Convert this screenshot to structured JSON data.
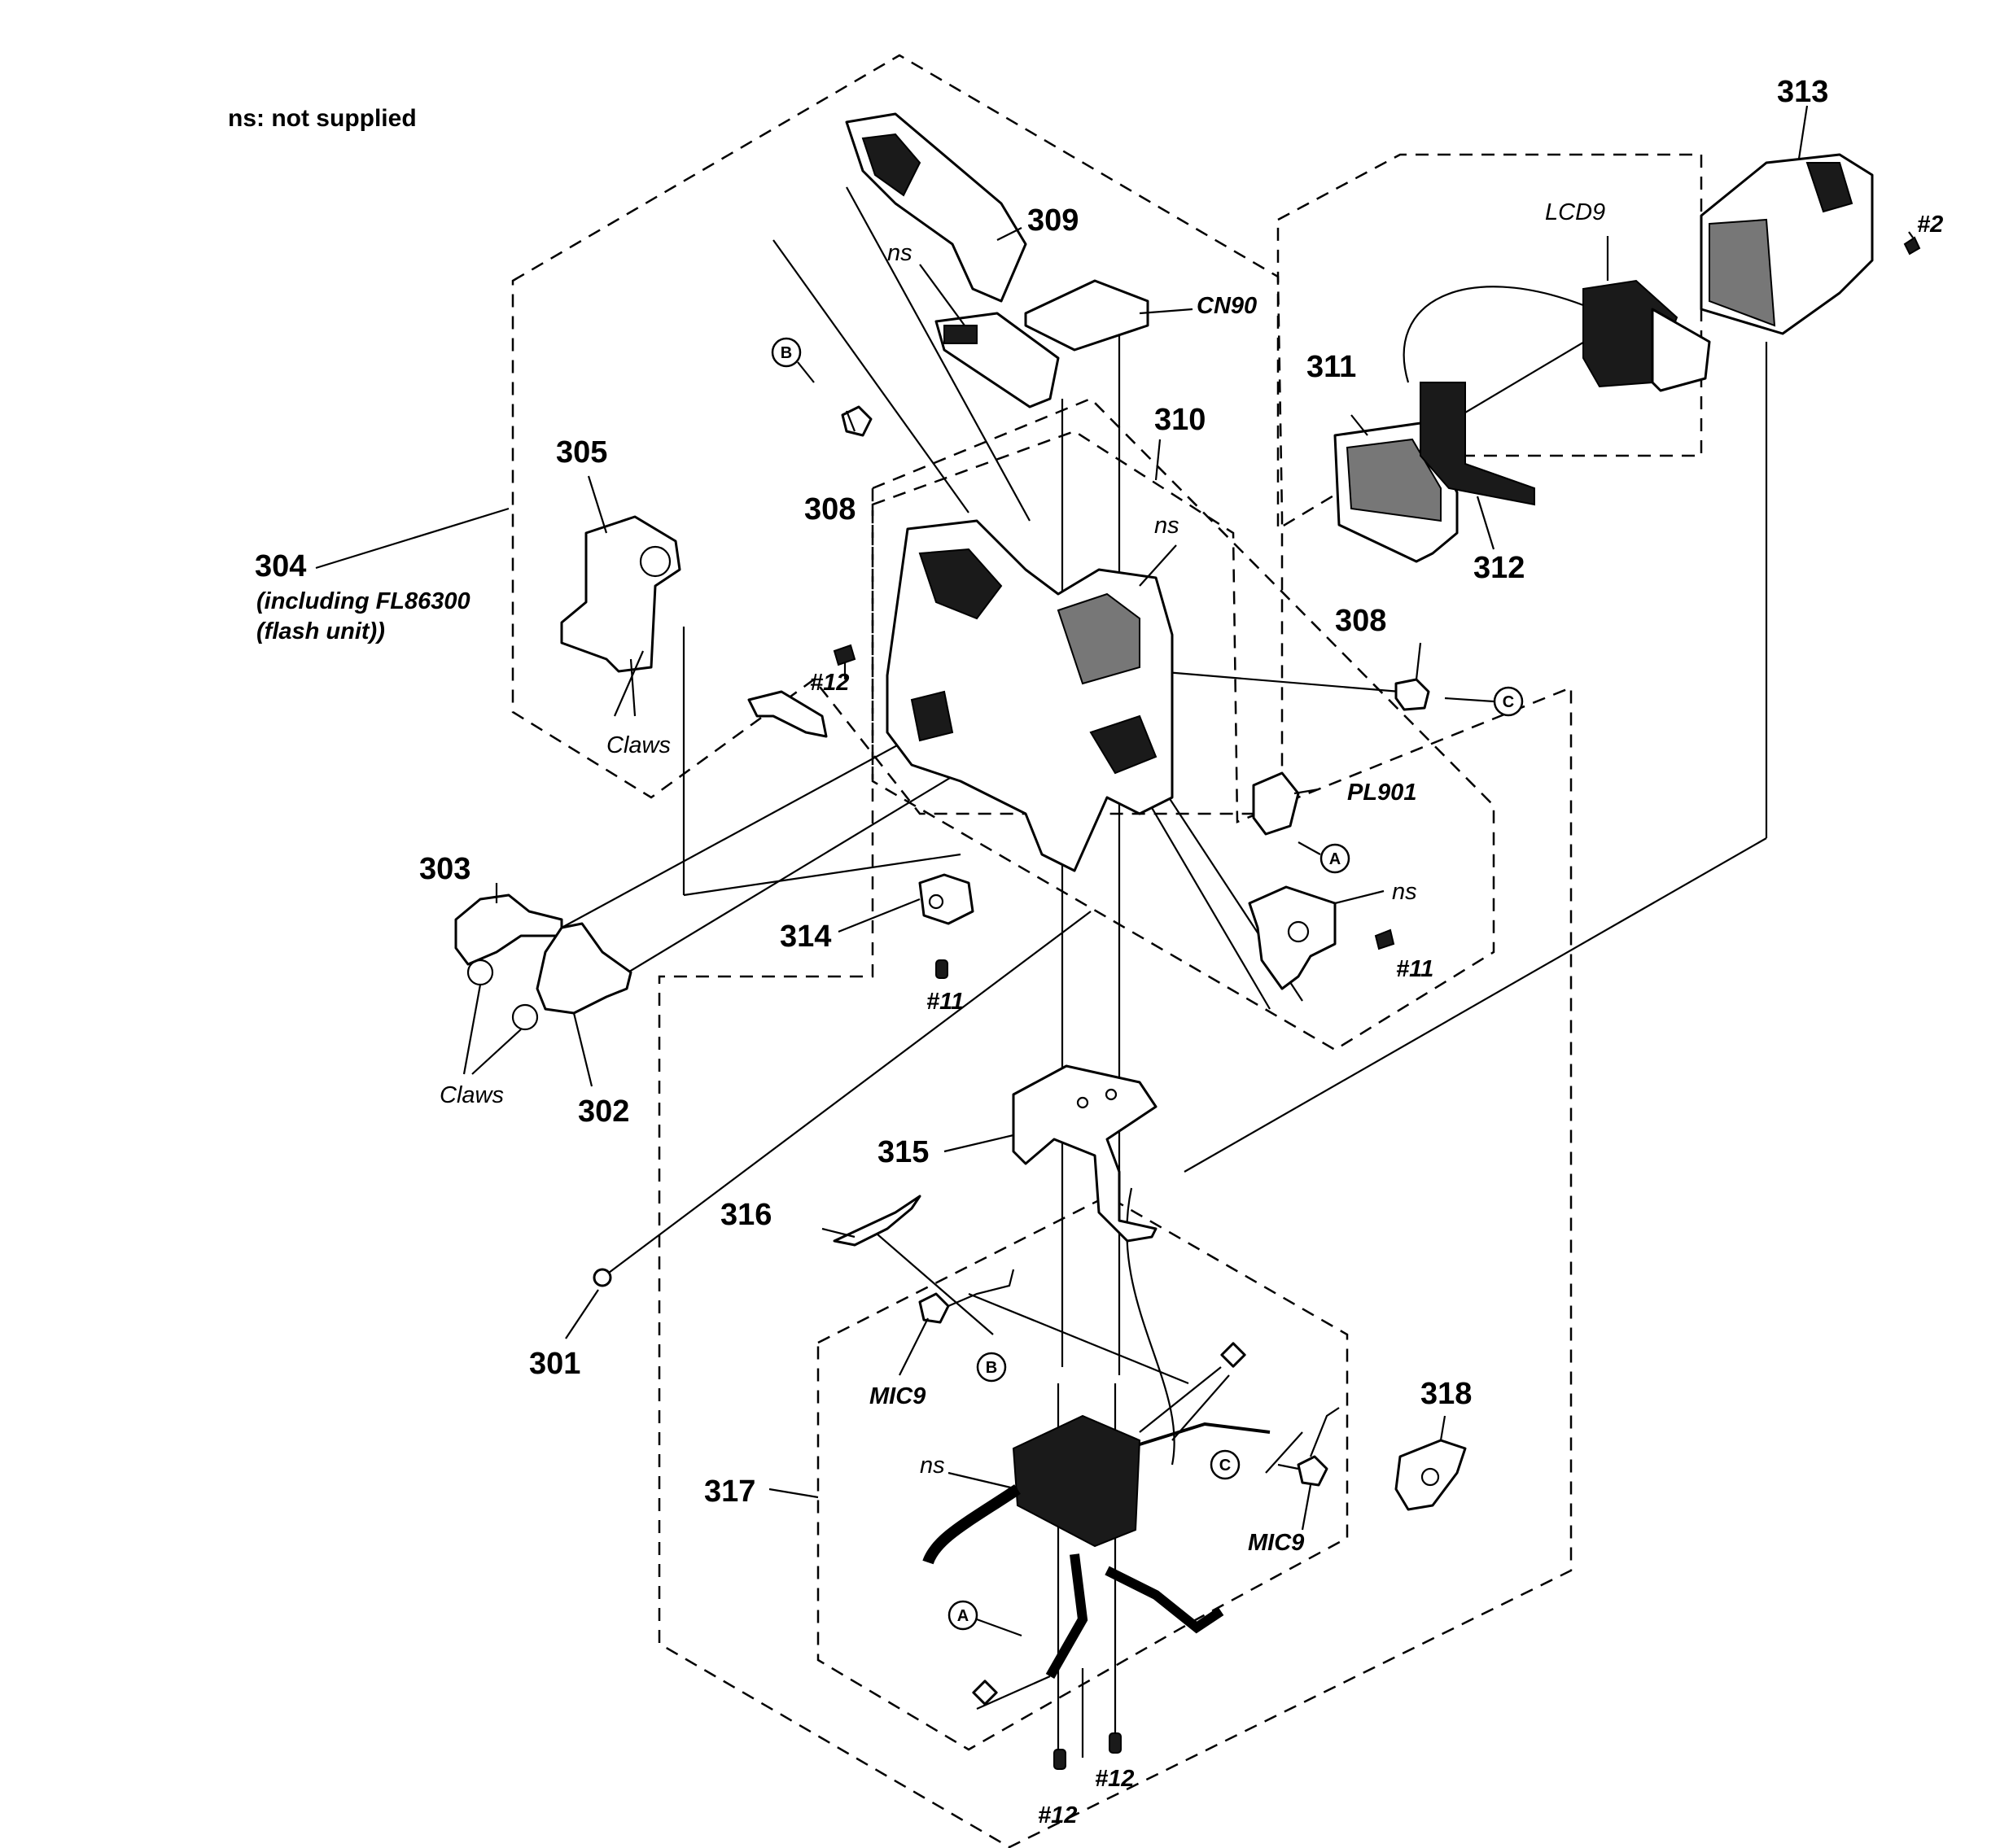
{
  "note": "ns: not supplied",
  "labels": {
    "p301": "301",
    "p302": "302",
    "p303": "303",
    "p304": "304",
    "p304_sub1": "(including FL86300",
    "p304_sub2": "(flash unit))",
    "p305": "305",
    "p308a": "308",
    "p308b": "308",
    "p309": "309",
    "p310": "310",
    "p311": "311",
    "p312": "312",
    "p313": "313",
    "p314": "314",
    "p315": "315",
    "p316": "316",
    "p317": "317",
    "p318": "318",
    "lcd9": "LCD9",
    "cn90": "CN90",
    "pl901": "PL901",
    "mic9a": "MIC9",
    "mic9b": "MIC9",
    "ns1": "ns",
    "ns2": "ns",
    "ns3": "ns",
    "ns4": "ns",
    "claws1": "Claws",
    "claws2": "Claws",
    "s2": "#2",
    "s11a": "#11",
    "s11b": "#11",
    "s12a": "#12",
    "s12b": "#12",
    "s12c": "#12"
  },
  "refs": {
    "a": "A",
    "b": "B",
    "c": "C"
  }
}
